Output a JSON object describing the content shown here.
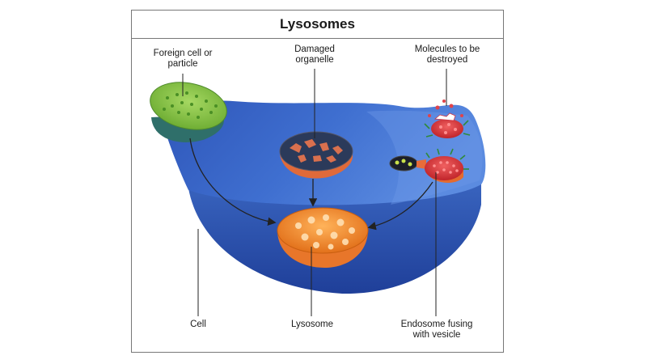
{
  "title": "Lysosomes",
  "labels": {
    "foreign_cell": [
      "Foreign cell or",
      "particle"
    ],
    "damaged_organelle": [
      "Damaged",
      "organelle"
    ],
    "molecules": [
      "Molecules to be",
      "destroyed"
    ],
    "cell": "Cell",
    "lysosome": "Lysosome",
    "endosome": [
      "Endosome fusing",
      "with vesicle"
    ]
  },
  "colors": {
    "cell_blue": "#3c63c4",
    "lysosome_orange": "#f08a2c",
    "foreign_green": "#8ec64a",
    "molecule_red": "#d9343a"
  }
}
